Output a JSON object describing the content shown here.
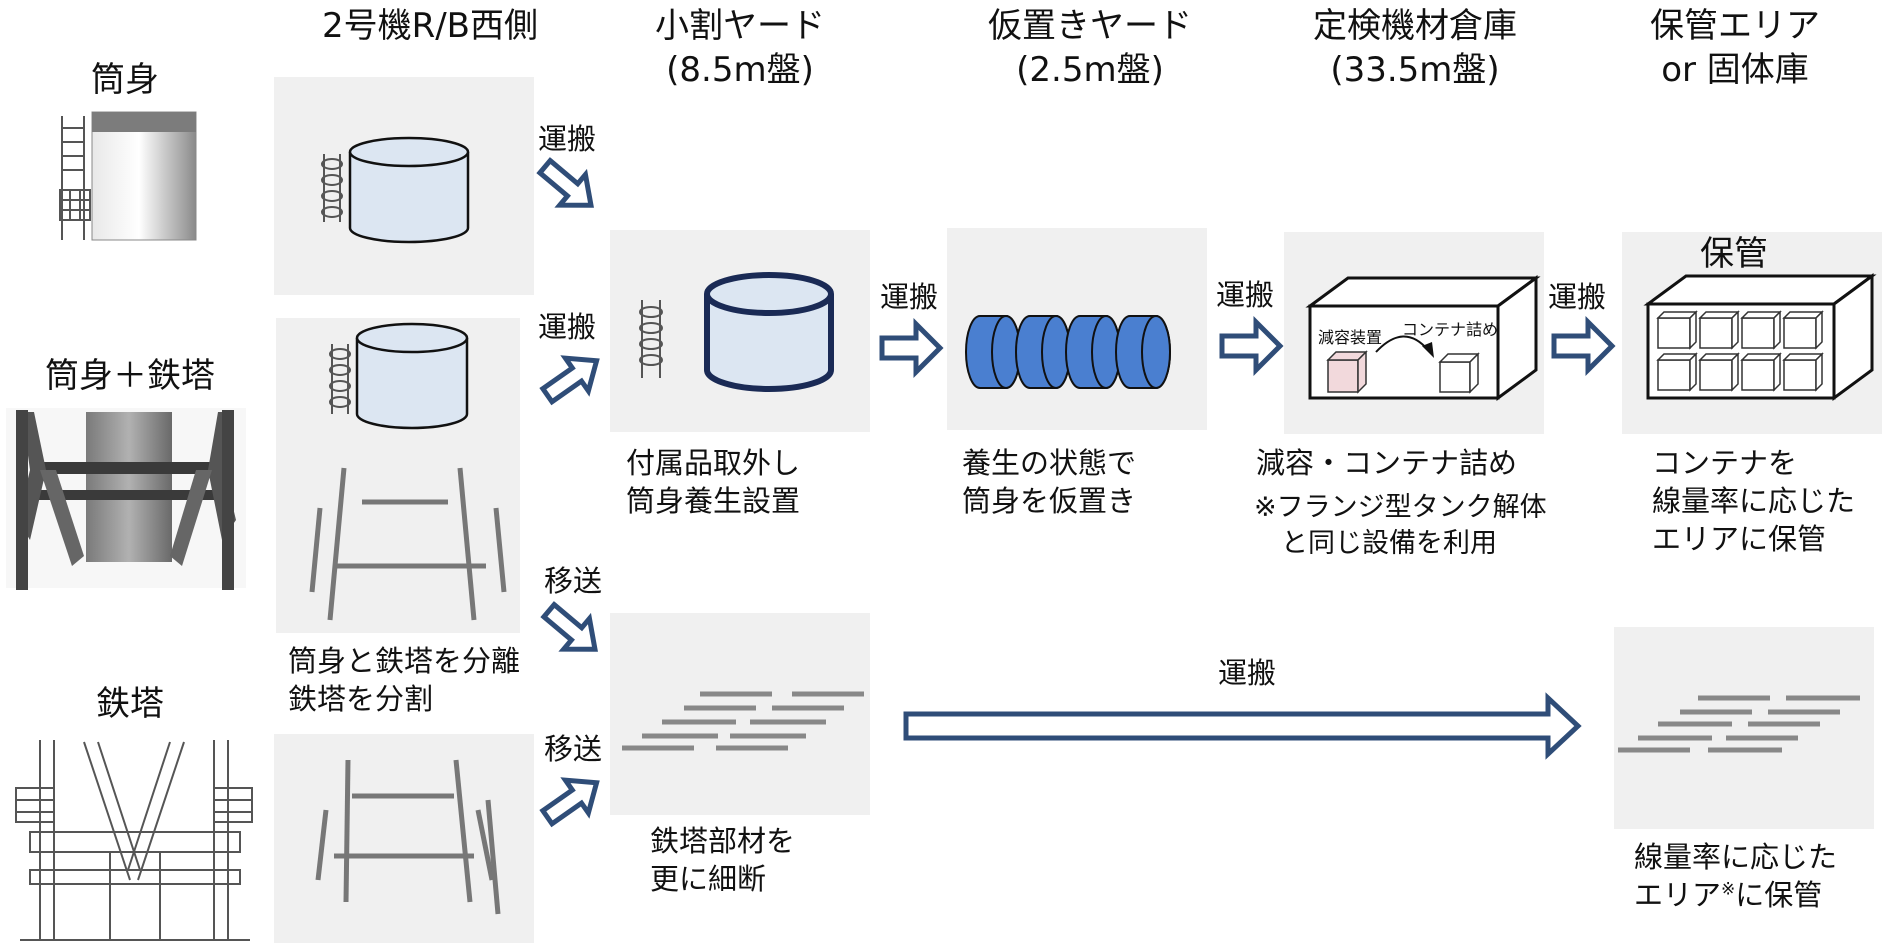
{
  "headers": {
    "col1": "2号機R/B西側",
    "col2": "小割ヤード\n(8.5m盤)",
    "col3": "仮置きヤード\n(2.5m盤)",
    "col4": "定検機材倉庫\n(33.5m盤)",
    "col5": "保管エリア\nor 固体庫"
  },
  "row_labels": {
    "shell": "筒身",
    "shell_tower": "筒身＋鉄塔",
    "tower": "鉄塔"
  },
  "arrows": {
    "a1": "運搬",
    "a2": "運搬",
    "a3": "移送",
    "a4": "移送",
    "a5": "運搬",
    "a6": "運搬",
    "a7": "運搬",
    "a8": "運搬"
  },
  "descriptions": {
    "separate": "筒身と鉄塔を分離\n鉄塔を分割",
    "small_yard": "付属品取外し\n筒身養生設置",
    "temp_yard": "養生の状態で\n筒身を仮置き",
    "warehouse": "減容・コンテナ詰め",
    "warehouse_note": "※フランジ型タンク解体\n　と同じ設備を利用",
    "storage": "コンテナを\n線量率に応じた\nエリアに保管",
    "tower_cut": "鉄塔部材を\n更に細断",
    "storage2_prefix": "線量率に応じた\nエリア",
    "storage2_mark": "※",
    "storage2_suffix": "に保管"
  },
  "diagram_labels": {
    "reduce": "減容装置",
    "container": "コンテナ詰め",
    "storage_title": "保管"
  }
}
